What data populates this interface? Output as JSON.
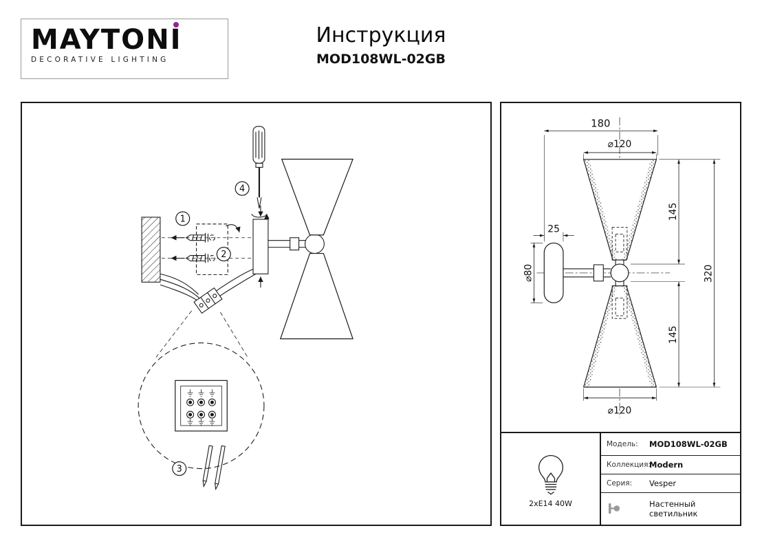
{
  "header": {
    "brand_main": "MAYTON",
    "brand_i": "I",
    "brand_sub": "DECORATIVE LIGHTING",
    "title": "Инструкция",
    "model": "MOD108WL-02GB"
  },
  "colors": {
    "accent": "#8f268c",
    "line": "#1a1a1a"
  },
  "assembly": {
    "step1": "1",
    "step2": "2",
    "step3": "3",
    "step4": "4"
  },
  "dimensions": {
    "width_total": "180",
    "dia_top": "⌀120",
    "arm_depth": "25",
    "dia_plate": "⌀80",
    "h_top": "145",
    "h_total": "320",
    "h_bottom": "145",
    "dia_bottom": "⌀120"
  },
  "specs": {
    "bulb": "2xE14 40W",
    "model_label": "Модель:",
    "model_value": "MOD108WL-02GB",
    "collection_label": "Коллекция:",
    "collection_value": "Modern",
    "series_label": "Серия:",
    "series_value": "Vesper",
    "type_value": "Настенный светильник"
  }
}
